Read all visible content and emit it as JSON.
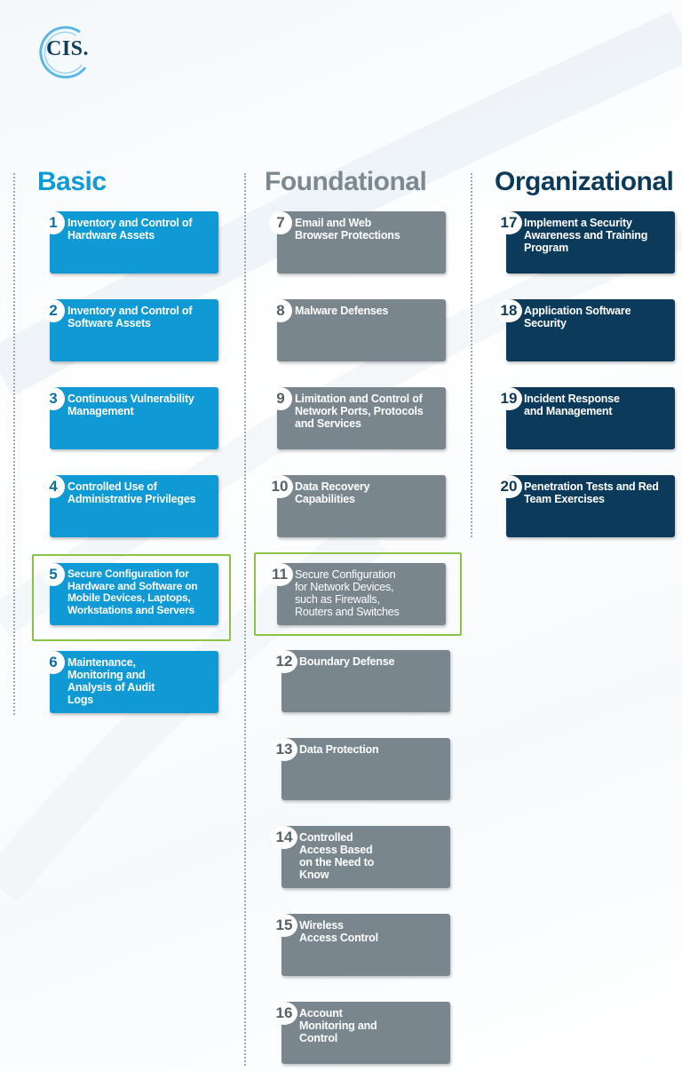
{
  "logo": {
    "text": "CIS",
    "mark": "."
  },
  "columns": [
    {
      "title": "Basic",
      "color": "#0f9ad6"
    },
    {
      "title": "Foundational",
      "color": "#7d8990"
    },
    {
      "title": "Organizational",
      "color": "#0c3a5a"
    }
  ],
  "controls": [
    {
      "number": "1",
      "title": "Inventory and Control of Hardware Assets"
    },
    {
      "number": "2",
      "title": "Inventory and Control of Software Assets"
    },
    {
      "number": "3",
      "title": "Continuous Vulnerability Management"
    },
    {
      "number": "4",
      "title": "Controlled Use of Administrative Privileges"
    },
    {
      "number": "5",
      "title": "Secure Configuration for Hardware and Software on Mobile Devices, Laptops, Workstations and Servers"
    },
    {
      "number": "6",
      "title": "Maintenance, Monitoring and Analysis of Audit Logs"
    },
    {
      "number": "7",
      "title": "Email and Web Browser Protections"
    },
    {
      "number": "8",
      "title": "Malware Defenses"
    },
    {
      "number": "9",
      "title": "Limitation and Control of Network Ports, Protocols and Services"
    },
    {
      "number": "10",
      "title": "Data Recovery Capabilities"
    },
    {
      "number": "11",
      "title": "Secure Configuration for Network Devices, such as Firewalls, Routers and Switches"
    },
    {
      "number": "12",
      "title": "Boundary Defense"
    },
    {
      "number": "13",
      "title": "Data Protection"
    },
    {
      "number": "14",
      "title": "Controlled Access Based on the Need to Know"
    },
    {
      "number": "15",
      "title": "Wireless Access Control"
    },
    {
      "number": "16",
      "title": "Account Monitoring and Control"
    },
    {
      "number": "17",
      "title": "Implement a Security Awareness and Training Program"
    },
    {
      "number": "18",
      "title": "Application Software Security"
    },
    {
      "number": "19",
      "title": "Incident Response and Management"
    },
    {
      "number": "20",
      "title": "Penetration Tests and Red Team Exercises"
    }
  ],
  "highlighted": [
    "5",
    "11"
  ],
  "highlight_color": "#8bc34a"
}
